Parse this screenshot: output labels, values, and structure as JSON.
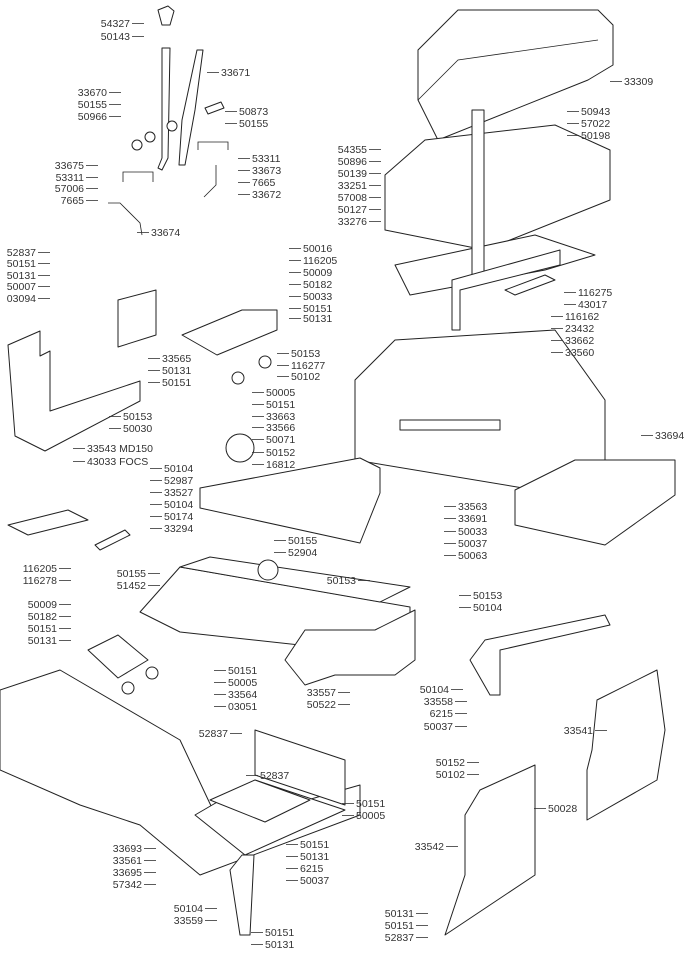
{
  "diagram": {
    "labels": [
      "54327",
      "50143",
      "33670",
      "50155",
      "50966",
      "33675",
      "53311",
      "57006",
      "7665",
      "33671",
      "50873",
      "50155",
      "53311",
      "33673",
      "7665",
      "33672",
      "33674",
      "52837",
      "50151",
      "50131",
      "50007",
      "03094",
      "33565",
      "50131",
      "50151",
      "50153",
      "50030",
      "33543 MD150",
      "43033 FOCS",
      "50016",
      "116205",
      "50009",
      "50182",
      "50033",
      "50151",
      "50131",
      "50153",
      "116277",
      "50102",
      "50005",
      "50151",
      "33663",
      "33566",
      "50071",
      "50152",
      "16812",
      "54355",
      "50896",
      "50139",
      "33251",
      "57008",
      "50127",
      "33276",
      "33309",
      "50943",
      "57022",
      "50198",
      "116275",
      "43017",
      "116162",
      "23432",
      "33662",
      "33560",
      "33694",
      "33563",
      "33691",
      "50104",
      "52987",
      "33527",
      "50104",
      "50174",
      "33294",
      "50155",
      "52904",
      "50033",
      "50037",
      "50063",
      "50153",
      "50153",
      "50104",
      "116205",
      "116278",
      "50155",
      "51452",
      "50009",
      "50182",
      "50151",
      "50131",
      "50151",
      "50005",
      "33564",
      "03051",
      "33557",
      "50522",
      "50104",
      "33558",
      "6215",
      "50037",
      "33541",
      "52837",
      "52837",
      "50151",
      "50005",
      "50152",
      "50102",
      "50028",
      "33542",
      "33693",
      "33561",
      "33695",
      "57342",
      "50151",
      "50131",
      "6215",
      "50037",
      "50104",
      "33559",
      "50151",
      "50131",
      "50131",
      "50151",
      "52837"
    ]
  }
}
